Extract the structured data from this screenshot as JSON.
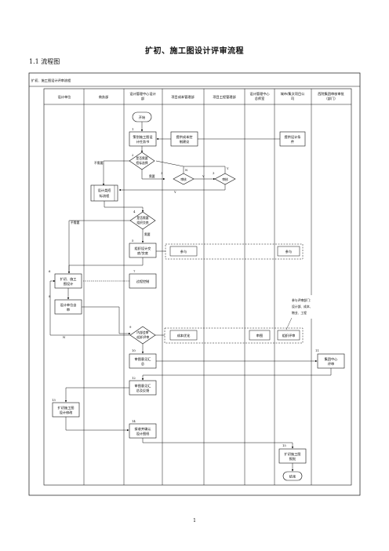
{
  "title": "扩初、施工图设计评审流程",
  "section": "1.1 流程图",
  "page_number": "1",
  "frame_title": "扩初、施工图设计评审流程",
  "lanes": [
    "设计单位",
    "商务部",
    "设计管理中心设计部",
    "项目成本管理部",
    "项目工程管理部",
    "设计管理中心总师室",
    "城市/集团项目公司",
    "西院集团审核审批（部门）"
  ],
  "nodes": {
    "start": "开始",
    "n1_num": "1",
    "n1": [
      "策划施工图设",
      "计任务书"
    ],
    "cost_suggest": [
      "提供成本控",
      "制建议"
    ],
    "design_cond": [
      "提供设计条",
      "件"
    ],
    "n2_num": "2",
    "n2": [
      "是否需要",
      "招标选择"
    ],
    "not_needed_1": "不需要",
    "needed_1": "需要",
    "n3a_num": "3",
    "n3a": "审核",
    "n3b_num": "3",
    "n3b": "审核",
    "n_mark": "N",
    "y_mark1": "Y",
    "y_mark2": "Y",
    "bid": [
      "设计类招",
      "标流程"
    ],
    "n4_num": "4",
    "n4": [
      "是否需要",
      "组织交底"
    ],
    "not_needed_2": "不需要",
    "needed_2": "需要",
    "n5_num": "5",
    "n5": [
      "组织设计交",
      "底/交底"
    ],
    "join1": "参与",
    "join2": "参与",
    "n6_num": "6",
    "n6": [
      "扩初、施工",
      "图设计"
    ],
    "n7_num": "7",
    "n7": "过程控制",
    "n8_num": "8",
    "n8": [
      "设计单位自",
      "审"
    ],
    "note_lines": [
      "参与评审部门：",
      "设计部、成本、",
      "物业、工程"
    ],
    "n9_num": "9",
    "n9": [
      "内部会审",
      "/组织评审"
    ],
    "n_mark2": "N",
    "cost_opt": "成本优化",
    "review1": "审图",
    "org_review": "组织评审",
    "n10_num": "10",
    "n10": [
      "审图意见汇",
      "总"
    ],
    "n11_num": "11",
    "n11": [
      "集团中心",
      "评审"
    ],
    "n12_num": "12",
    "n12": [
      "审图意见汇",
      "总及反馈"
    ],
    "n13_num": "13",
    "n13": [
      "扩初施工图",
      "设计修改"
    ],
    "n14_num": "14",
    "n14": [
      "接收并确认",
      "设计图纸"
    ],
    "n15_num": "15",
    "n15": [
      "扩初施工图",
      "报批"
    ],
    "end": "结束"
  }
}
